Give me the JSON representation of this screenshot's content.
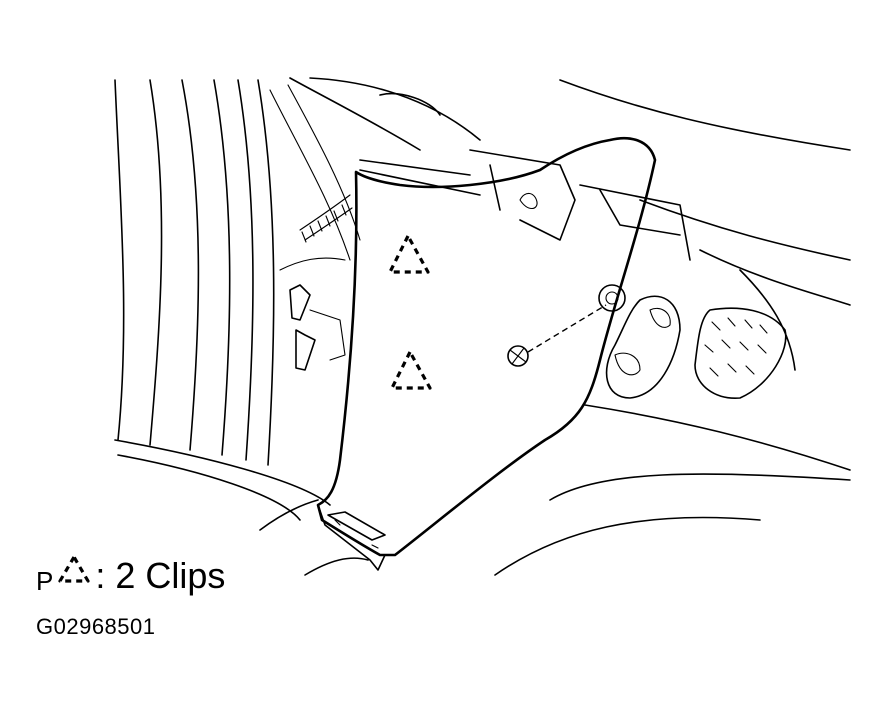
{
  "legend": {
    "prefix": "P",
    "symbol_icon": "dashed-triangle-icon",
    "text": ": 2 Clips"
  },
  "figure_code": "G02968501",
  "colors": {
    "line": "#000000",
    "background": "#ffffff"
  }
}
